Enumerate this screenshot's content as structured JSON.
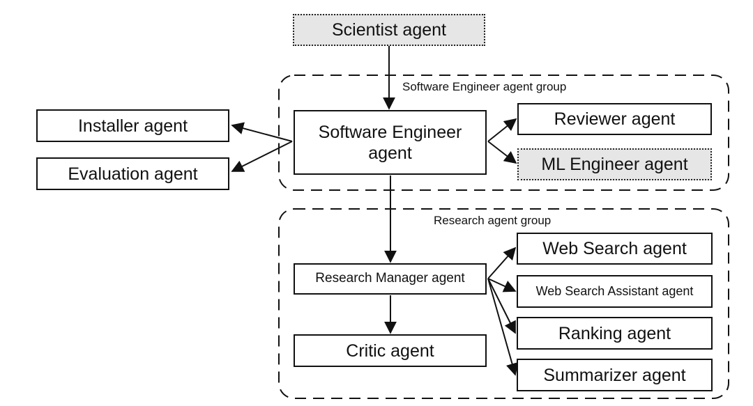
{
  "diagram": {
    "nodes": {
      "scientist": "Scientist agent",
      "software_engineer": "Software Engineer agent",
      "installer": "Installer agent",
      "evaluation": "Evaluation agent",
      "reviewer": "Reviewer agent",
      "ml_engineer": "ML Engineer agent",
      "research_manager": "Research Manager agent",
      "critic": "Critic agent",
      "web_search": "Web Search agent",
      "web_search_assistant": "Web Search Assistant agent",
      "ranking": "Ranking agent",
      "summarizer": "Summarizer agent"
    },
    "groups": {
      "software_engineer_group": "Software Engineer agent group",
      "research_group": "Research agent group"
    },
    "edges": [
      [
        "scientist",
        "software_engineer"
      ],
      [
        "software_engineer",
        "installer"
      ],
      [
        "software_engineer",
        "evaluation"
      ],
      [
        "software_engineer",
        "reviewer"
      ],
      [
        "software_engineer",
        "ml_engineer"
      ],
      [
        "software_engineer",
        "research_manager"
      ],
      [
        "research_manager",
        "critic"
      ],
      [
        "research_manager",
        "web_search"
      ],
      [
        "research_manager",
        "web_search_assistant"
      ],
      [
        "research_manager",
        "ranking"
      ],
      [
        "research_manager",
        "summarizer"
      ]
    ],
    "colors": {
      "line": "#111111",
      "shaded_fill": "#e6e6e6"
    }
  }
}
